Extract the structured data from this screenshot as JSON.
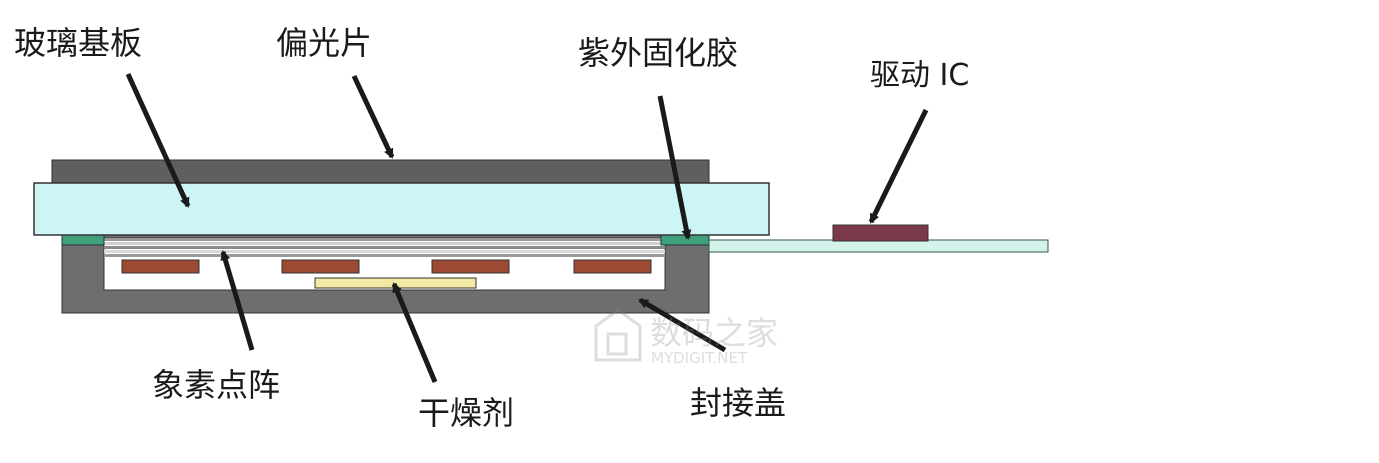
{
  "labels": {
    "glass_substrate": "玻璃基板",
    "polarizer": "偏光片",
    "uv_glue": "紫外固化胶",
    "driver_ic": "驱动 IC",
    "pixel_array": "象素点阵",
    "desiccant": "干燥剂",
    "encapsulation_cover": "封接盖"
  },
  "watermark": {
    "text_cn": "数码之家",
    "text_en": "MYDIGIT.NET"
  },
  "colors": {
    "polarizer": "#5f5f5f",
    "glass": "#cdf5f5",
    "cover": "#6e6e6e",
    "glue": "#3fa07a",
    "pixel": "#9c4a33",
    "desiccant": "#f2e9a4",
    "driver_ic": "#7b3a4c",
    "flex": "#d4f3ea",
    "arrow": "#1a1a1a",
    "text": "#1a1a1a"
  }
}
